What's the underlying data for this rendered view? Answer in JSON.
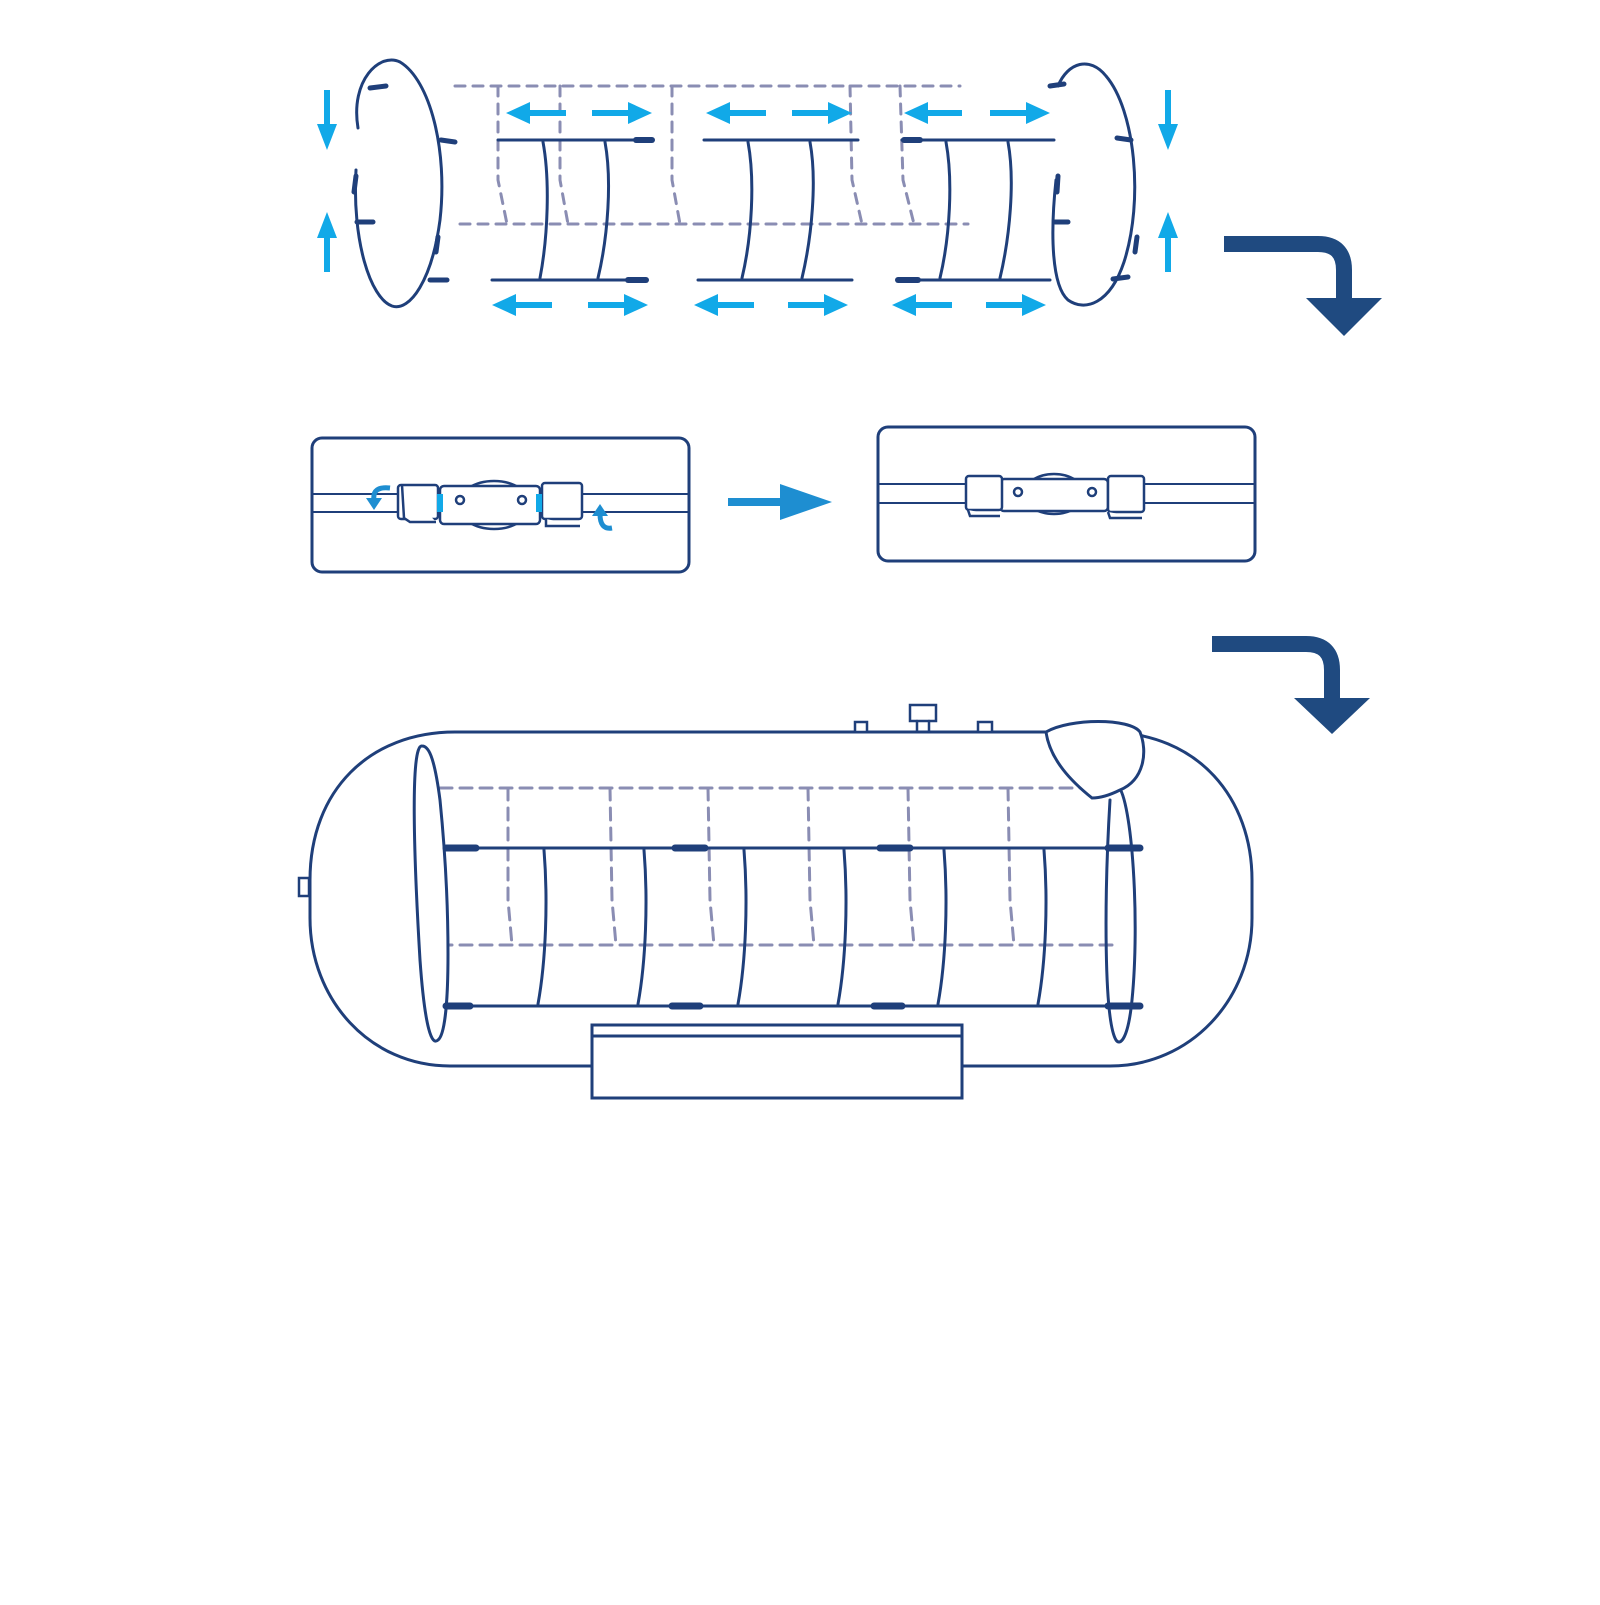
{
  "colors": {
    "outline": "#1f3f7a",
    "accent": "#11a9e8",
    "step_arrow": "#1f4a80",
    "dashed": "#8a8db3",
    "connector_arrow": "#1e8ed1",
    "background": "#ffffff"
  },
  "steps": [
    {
      "id": "step-1",
      "icon": "frame-expand-exploded-view"
    },
    {
      "id": "step-2",
      "icon": "connector-join-detail"
    },
    {
      "id": "step-3",
      "icon": "assembled-sauna-pod"
    }
  ],
  "icons": {
    "next_step_arrow": "bent-arrow-down-right-icon",
    "connect_arrow": "arrow-right-icon",
    "rotate_arrow": "rotate-arrow-icon",
    "push_arrow": "double-arrow-icon"
  }
}
